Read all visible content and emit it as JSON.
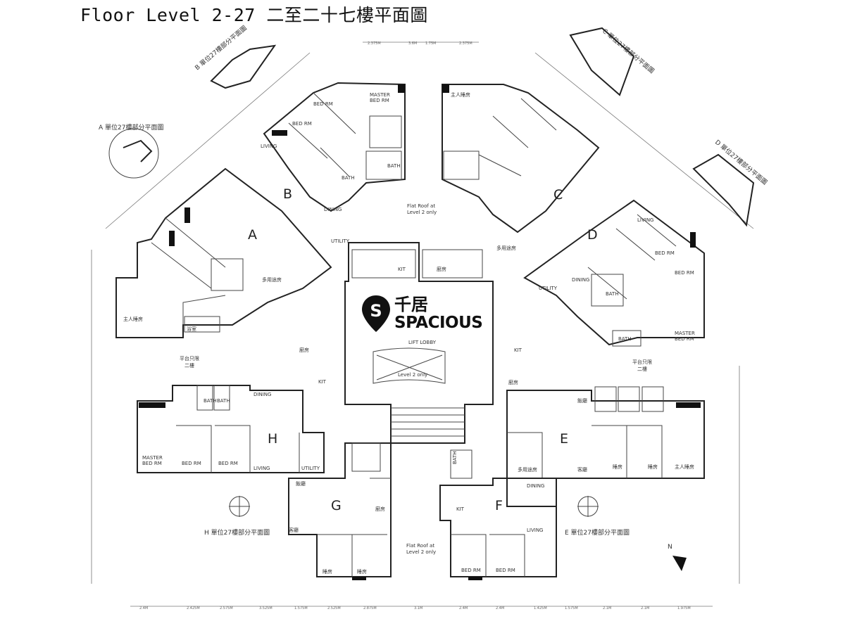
{
  "header": {
    "title": "Floor Level 2-27 二至二十七樓平面圖"
  },
  "logo": {
    "cn": "千居",
    "en": "SPACIOUS",
    "mark": "S"
  },
  "units": {
    "a": "A",
    "b": "B",
    "c": "C",
    "d": "D",
    "e": "E",
    "f": "F",
    "g": "G",
    "h": "H"
  },
  "rooms": {
    "master_bed_b": "MASTER",
    "master_bed_b2": "BED RM",
    "bed_rm": "BED RM",
    "bath": "BATH",
    "living": "LIVING",
    "dining": "DINING",
    "utility": "UTILITY",
    "kit": "KIT",
    "master": "MASTER",
    "master_bed_rm": "BED RM",
    "lift_lobby": "LIFT LOBBY",
    "flat_roof_top": "Flat Roof at",
    "flat_roof_top2": "Level 2 only",
    "flat_roof_bot": "Flat Roof at",
    "flat_roof_bot2": "Level 2 only",
    "level2_only": "Level 2 only",
    "cn_master_bath": "主人睡房",
    "cn_kitchen": "廚房",
    "cn_living": "客廳",
    "cn_bedroom": "睡房",
    "cn_bath": "浴室",
    "cn_dining": "飯廳",
    "cn_utility": "多用途房",
    "cn_flat_roof": "平台只限",
    "cn_flat_roof2": "二樓"
  },
  "notes": {
    "a_27": "A 單位27樓部分平面圖",
    "b_27": "B 單位27樓部分平面圖",
    "c_27": "C 單位27樓部分平面圖",
    "d_27": "D 單位27樓部分平面圖",
    "e_27": "E 單位27樓部分平面圖",
    "h_27": "H 單位27樓部分平面圖"
  },
  "north": "N",
  "dims_bottom": [
    "2.4M",
    "2.425M",
    "2.575M",
    "3.525M",
    "1.575M",
    "2.525M",
    "2.875M",
    "3.1M",
    "2.4M",
    "2.4M",
    "1.425M",
    "1.575M",
    "2.1M",
    "2.1M",
    "1.975M"
  ],
  "dims_top": [
    "2.375M",
    "3.6M",
    "1.75M",
    "2.375M"
  ]
}
